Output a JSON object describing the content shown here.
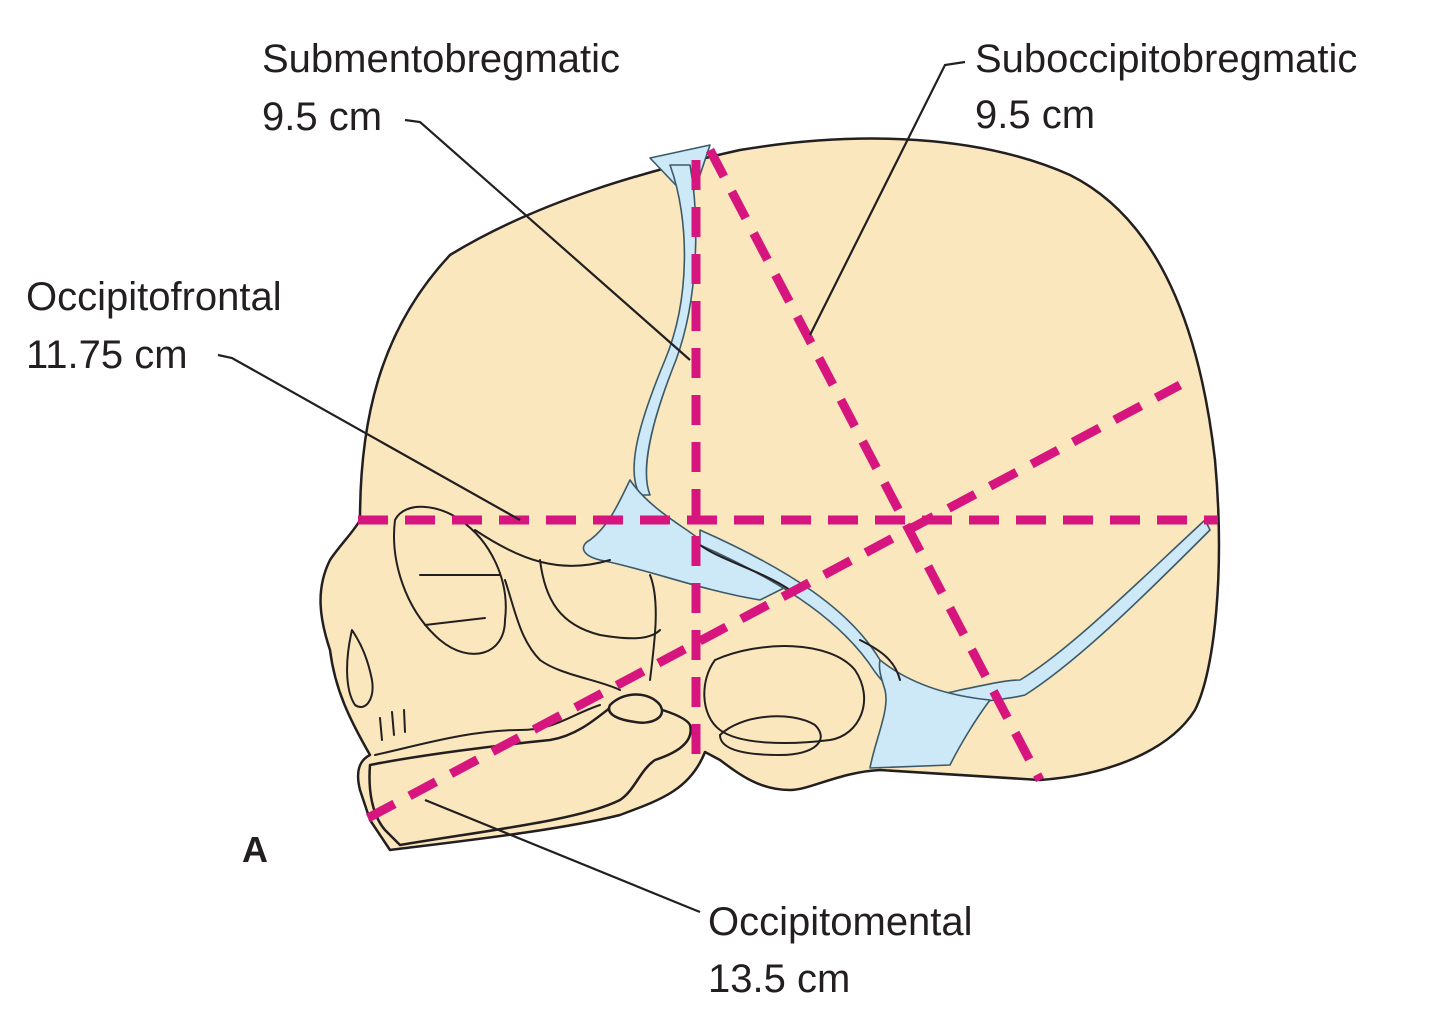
{
  "colors": {
    "skin": "#fbe7bd",
    "suture": "#cde8f6",
    "dash": "#d6157f"
  },
  "labels": {
    "submentobregmatic": {
      "name": "Submentobregmatic",
      "value": "9.5 cm"
    },
    "suboccipitobregmatic": {
      "name": "Suboccipitobregmatic",
      "value": "9.5 cm"
    },
    "occipitofrontal": {
      "name": "Occipitofrontal",
      "value": "11.75 cm"
    },
    "occipitomental": {
      "name": "Occipitomental",
      "value": "13.5 cm"
    }
  },
  "panel_letter": "A"
}
